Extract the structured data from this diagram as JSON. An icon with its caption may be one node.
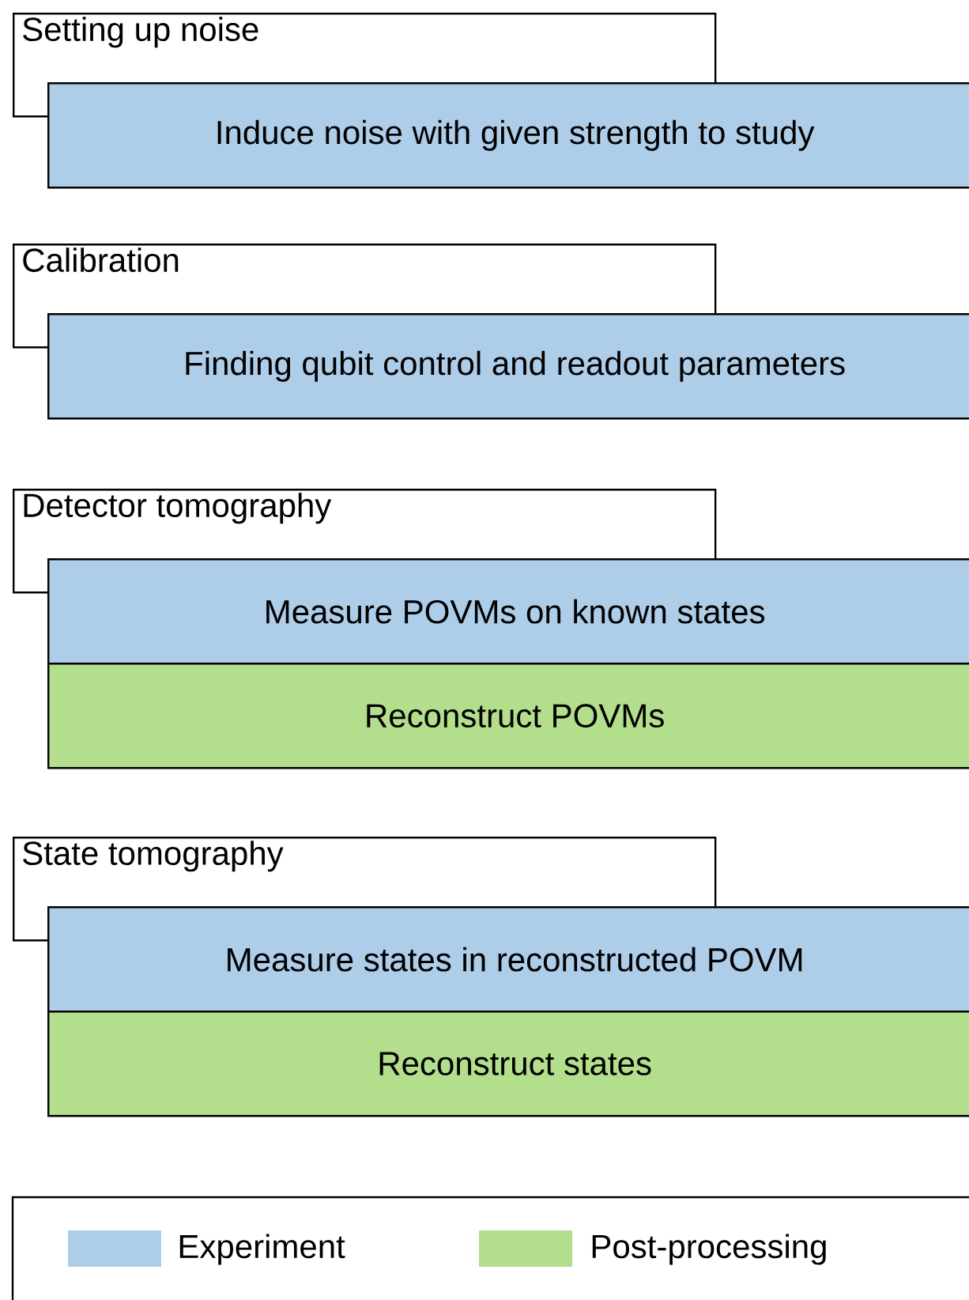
{
  "diagram": {
    "nodes": [
      {
        "text": [
          "Setting up noise"
        ]
      },
      {
        "text": [
          "Induce noise with given strength to study"
        ]
      },
      {
        "text": [
          "Calibration"
        ]
      },
      {
        "text": [
          "Finding qubit control and readout parameters"
        ]
      },
      {
        "text": [
          "Detector tomography"
        ]
      },
      {
        "text": [
          "Measure POVMs on known states"
        ]
      },
      {
        "text": [
          "Reconstruct POVMs"
        ]
      },
      {
        "text": [
          "State tomography"
        ]
      },
      {
        "text": [
          "Measure states in reconstructed POVM"
        ]
      },
      {
        "text": [
          "Reconstruct states"
        ]
      }
    ],
    "legend": [
      {
        "text": "Experiment",
        "color": "#aecde8"
      },
      {
        "text": "Post-processing",
        "color": "#b3de8c"
      }
    ]
  }
}
